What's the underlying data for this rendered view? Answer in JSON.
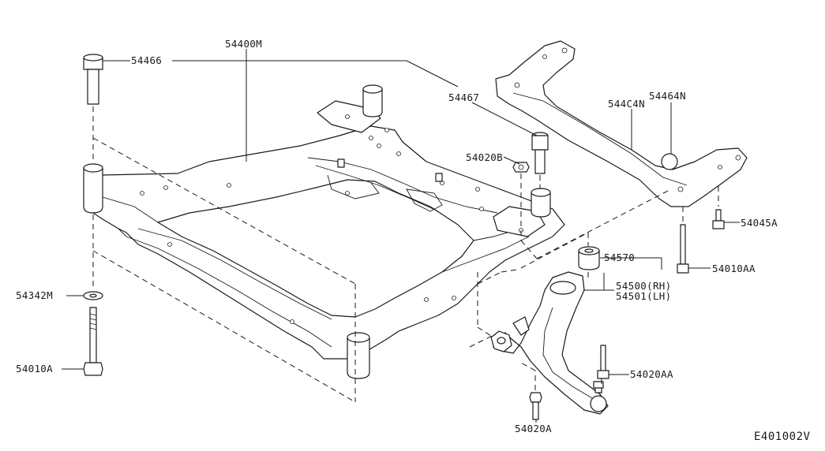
{
  "diagram": {
    "code": "E401002V",
    "labels": {
      "p54400M": "54400M",
      "p54466": "54466",
      "p54467": "54467",
      "p544C4N": "544C4N",
      "p54464N": "54464N",
      "p54020B": "54020B",
      "p54045A": "54045A",
      "p54570": "54570",
      "p54010AA": "54010AA",
      "p54500": "54500(RH)",
      "p54501": "54501(LH)",
      "p54342M": "54342M",
      "p54010A": "54010A",
      "p54020AA": "54020AA",
      "p54020A": "54020A"
    }
  }
}
